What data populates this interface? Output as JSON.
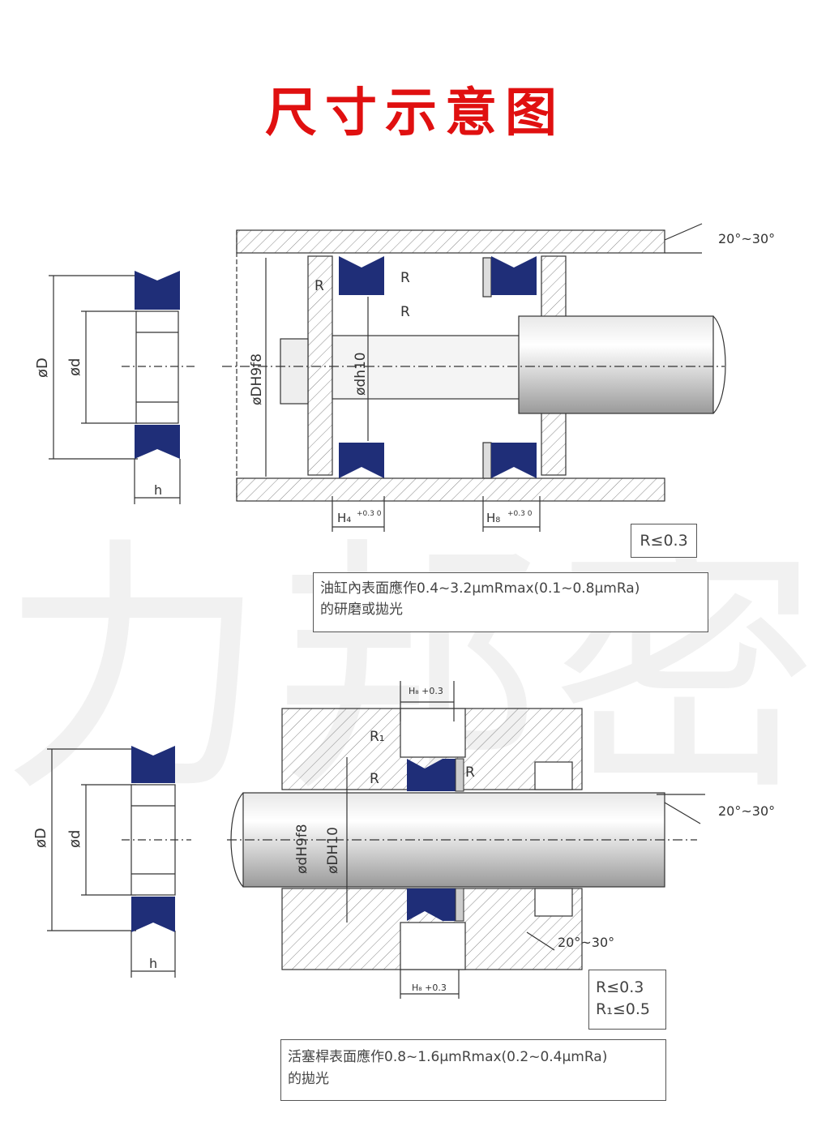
{
  "title": "尺寸示意图",
  "watermark": "力邦密",
  "colors": {
    "title": "#e01010",
    "seal": "#1f2e78",
    "line": "#333333"
  },
  "diagram1": {
    "label_D": "øD",
    "label_d": "ød",
    "label_h": "h",
    "label_bore": "øDH9f8",
    "label_rod": "ødh10",
    "label_R": "R",
    "label_angle": "20°~30°",
    "label_H4": "H₄",
    "label_H4_tol": "+0.3 0",
    "label_HB": "H₈",
    "label_HB_tol": "+0.3 0",
    "r_box": "R≤0.3",
    "note_line1": "油缸內表面應作0.4~3.2μmRmax(0.1~0.8μmRa)",
    "note_line2": "的研磨或拋光"
  },
  "diagram2": {
    "label_D": "øD",
    "label_d": "ød",
    "label_h": "h",
    "label_rod": "ødH9f8",
    "label_bore": "øDH10",
    "label_R": "R",
    "label_R1": "R₁",
    "label_angle_top": "20°~30°",
    "label_angle_bottom": "20°~30°",
    "label_Ha": "H₈ +0.3",
    "label_Hb": "H₈ +0.3",
    "r_box_line1": "R≤0.3",
    "r_box_line2": "R₁≤0.5",
    "note_line1": "活塞桿表面應作0.8~1.6μmRmax(0.2~0.4μmRa)",
    "note_line2": "的拋光"
  }
}
